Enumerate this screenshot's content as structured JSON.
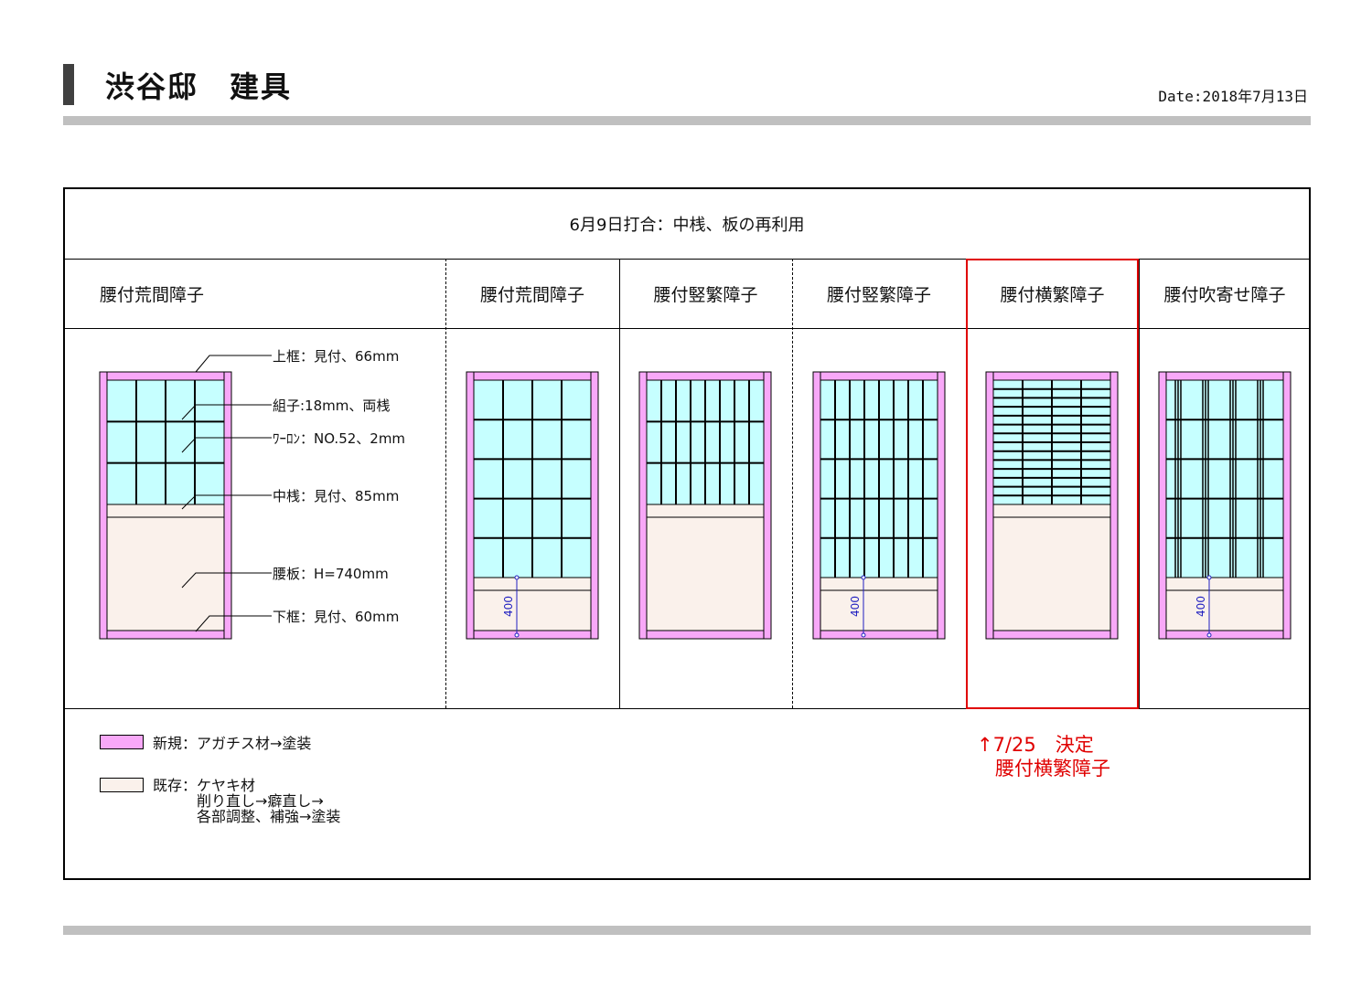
{
  "header": {
    "title": "渋谷邸　建具",
    "date": "Date:2018年7月13日"
  },
  "meeting_note": "6月9日打合：中桟、板の再利用",
  "columns": [
    {
      "label": "腰付荒間障子",
      "type": "annotated"
    },
    {
      "label": "腰付荒間障子",
      "type": "grid",
      "dimension": "400"
    },
    {
      "label": "腰付竪繁障子",
      "type": "vertical"
    },
    {
      "label": "腰付竪繁障子",
      "type": "vertical-rows",
      "dimension": "400"
    },
    {
      "label": "腰付横繁障子",
      "type": "horizontal",
      "selected": true
    },
    {
      "label": "腰付吹寄せ障子",
      "type": "fukiyose",
      "dimension": "400"
    }
  ],
  "annotations": [
    "上框：見付、66mm",
    "組子:18mm、両桟",
    "ﾜｰﾛﾝ：NO.52、2mm",
    "中桟：見付、85mm",
    "腰板：H=740mm",
    "下框：見付、60mm"
  ],
  "legend": [
    {
      "label": "新規：アガチス材→塗装",
      "color": "#f8a8f8"
    },
    {
      "label": "既存：ケヤキ材\n　　　削り直し→癖直し→\n　　　各部調整、補強→塗装",
      "color": "#faf1eb"
    }
  ],
  "decision": {
    "line1": "↑7/25　決定",
    "line2": "腰付横繁障子",
    "color": "#e00000"
  },
  "colors": {
    "frame": "#f8a8f8",
    "glass": "#c6ffff",
    "panel": "#faf1eb",
    "highlight": "#e00000",
    "dimension": "#2020c0"
  }
}
